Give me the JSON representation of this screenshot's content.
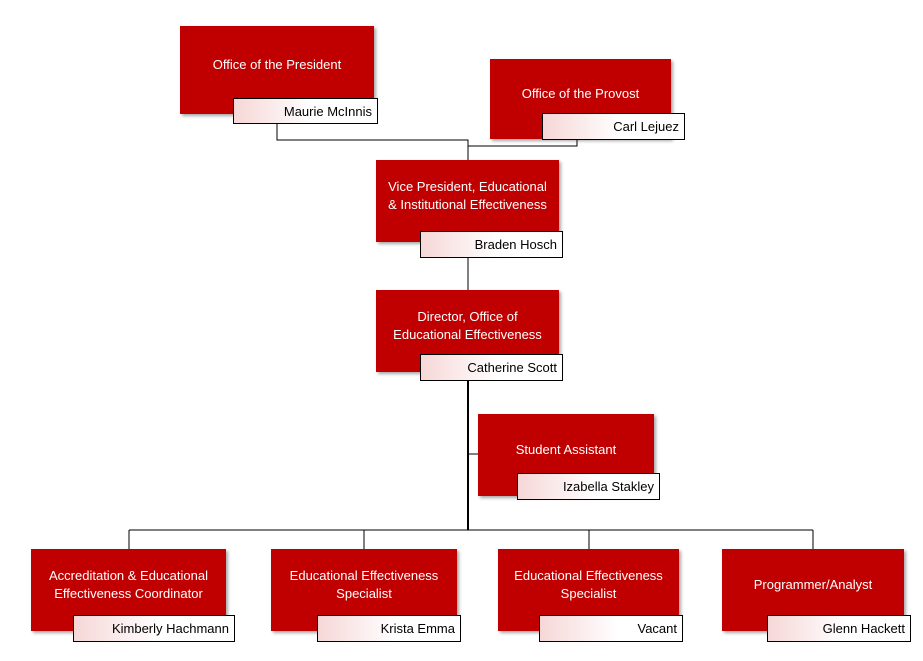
{
  "colors": {
    "box_fill": "#c00000",
    "box_text": "#ffffff",
    "tag_border": "#000000",
    "line": "#000000"
  },
  "nodes": {
    "president": {
      "title": "Office of the President",
      "name": "Maurie McInnis"
    },
    "provost": {
      "title": "Office of the Provost",
      "name": "Carl Lejuez"
    },
    "vp": {
      "title": "Vice President, Educational & Institutional Effectiveness",
      "name": "Braden Hosch"
    },
    "director": {
      "title": "Director, Office of Educational Effectiveness",
      "name": "Catherine Scott"
    },
    "assistant": {
      "title": "Student Assistant",
      "name": "Izabella Stakley"
    },
    "coordinator": {
      "title": "Accreditation & Educational Effectiveness Coordinator",
      "name": "Kimberly Hachmann"
    },
    "specialist1": {
      "title": "Educational Effectiveness Specialist",
      "name": "Krista Emma"
    },
    "specialist2": {
      "title": "Educational Effectiveness Specialist",
      "name": "Vacant"
    },
    "programmer": {
      "title": "Programmer/Analyst",
      "name": "Glenn Hackett"
    }
  }
}
